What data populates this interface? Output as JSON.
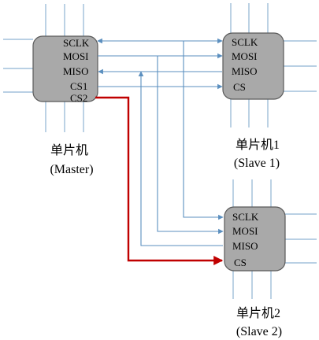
{
  "colors": {
    "chip_fill": "#a9a9a9",
    "chip_border": "#5a5a5a",
    "lead_lines": "#8fb3d3",
    "signal_lines": "#5b8fbf",
    "cs2_line": "#c00000"
  },
  "master": {
    "pins": [
      "SCLK",
      "MOSI",
      "MISO",
      "CS1",
      "CS2"
    ],
    "caption_line1": "单片机",
    "caption_line2": "(Master)"
  },
  "slave1": {
    "pins": [
      "SCLK",
      "MOSI",
      "MISO",
      "CS"
    ],
    "caption_line1": "单片机1",
    "caption_line2": "(Slave 1)"
  },
  "slave2": {
    "pins": [
      "SCLK",
      "MOSI",
      "MISO",
      "CS"
    ],
    "caption_line1": "单片机2",
    "caption_line2": "(Slave 2)"
  }
}
